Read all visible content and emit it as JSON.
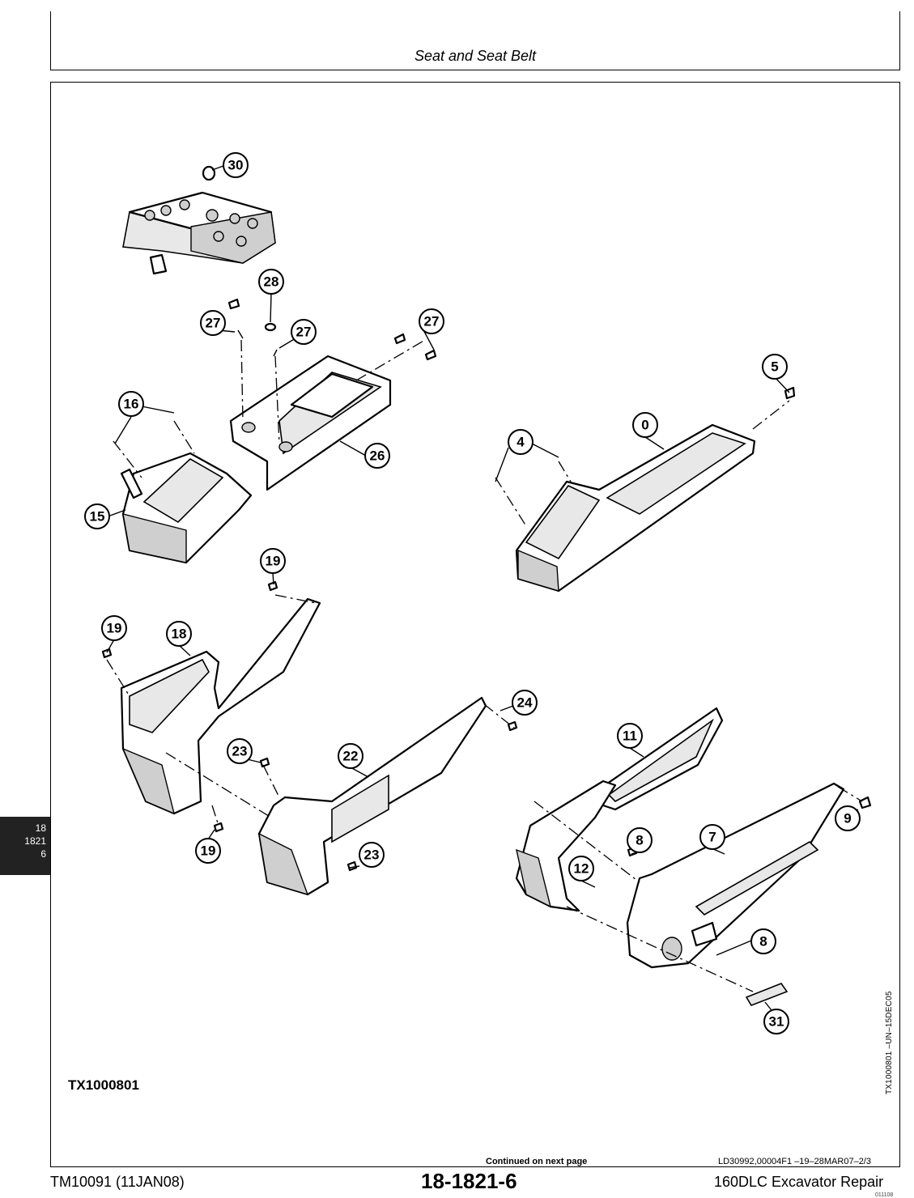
{
  "header": {
    "section_title": "Seat and Seat Belt"
  },
  "figure": {
    "figure_id": "TX1000801",
    "side_code": "TX1000801 –UN–15DEC05",
    "callouts": [
      "30",
      "28",
      "27",
      "27",
      "27",
      "5",
      "16",
      "0",
      "4",
      "26",
      "15",
      "19",
      "19",
      "18",
      "24",
      "11",
      "23",
      "22",
      "9",
      "8",
      "7",
      "12",
      "19",
      "23",
      "8",
      "31"
    ]
  },
  "footer": {
    "continued": "Continued on next page",
    "doc_code": "LD30992,00004F1   –19–28MAR07–2/3",
    "manual": "TM10091 (11JAN08)",
    "page_number": "18-1821-6",
    "model": "160DLC Excavator Repair",
    "tiny_mark": "011108"
  },
  "tab": {
    "line1": "18",
    "line2": "1821",
    "line3": "6"
  }
}
